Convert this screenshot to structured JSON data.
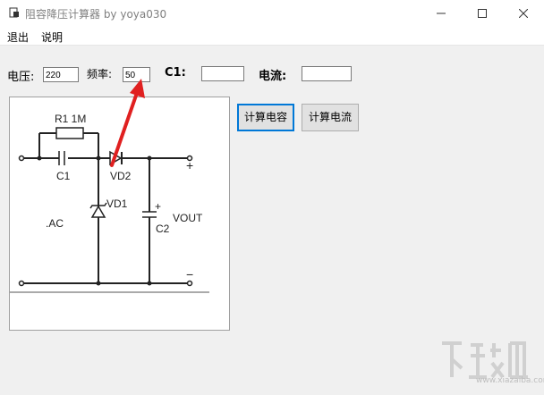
{
  "window": {
    "title": "阻容降压计算器 by yoya030"
  },
  "menu": {
    "exit": "退出",
    "help": "说明"
  },
  "form": {
    "voltage_label": "电压:",
    "voltage_value": "220",
    "frequency_label": "频率:",
    "frequency_value": "50",
    "c1_label": "C1:",
    "c1_value": "",
    "current_label": "电流:",
    "current_value": ""
  },
  "buttons": {
    "calc_capacitance": "计算电容",
    "calc_current": "计算电流"
  },
  "circuit": {
    "r1": "R1 1M",
    "c1": "C1",
    "vd2": "VD2",
    "vd1": "VD1",
    "ac": ".AC",
    "c2": "C2",
    "vout": "VOUT",
    "plus": "+",
    "minus": "−",
    "c2_plus": "+"
  },
  "watermark": {
    "site": "www.xiazaiba.com"
  },
  "colors": {
    "arrow": "#e02020",
    "focus": "#0078d7"
  }
}
